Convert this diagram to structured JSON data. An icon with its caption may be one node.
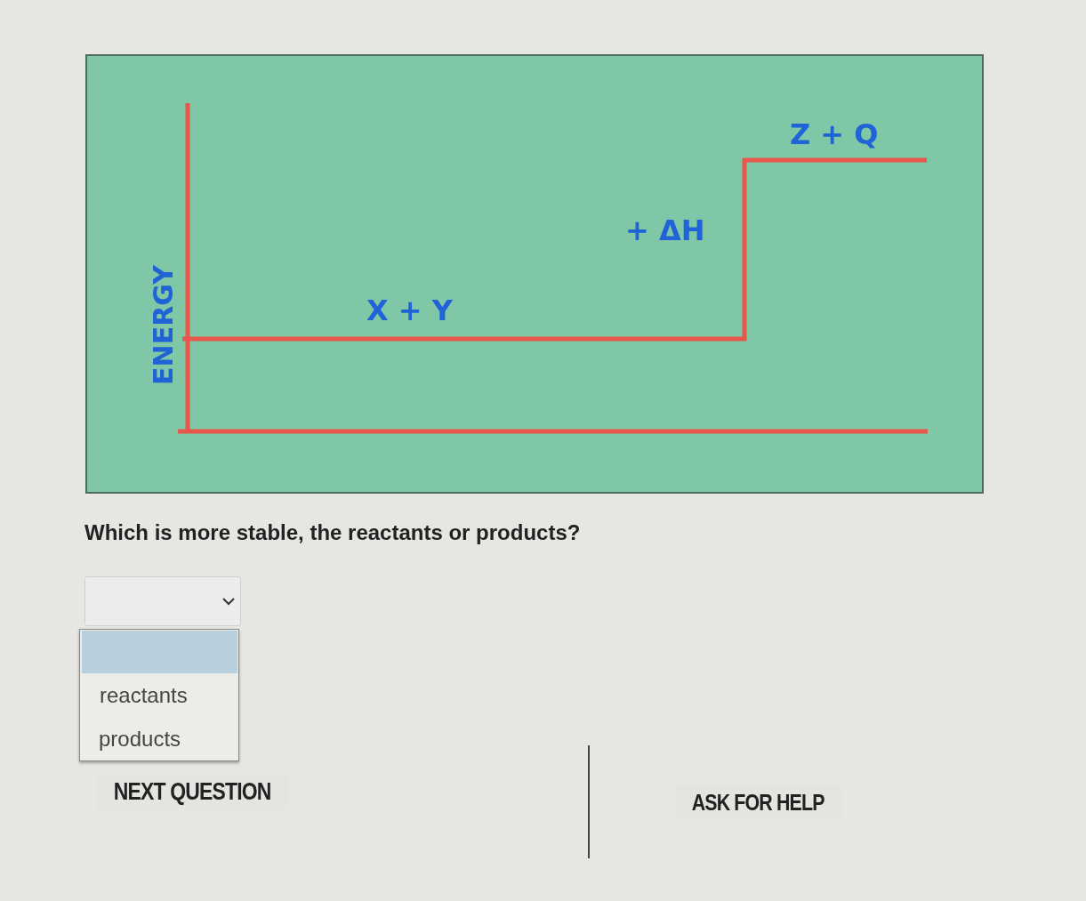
{
  "diagram": {
    "labels": [
      "Z + Q",
      "+ ΔH",
      "X + Y",
      "ENERGY",
      "Which is more stable, the reactants or products?",
      "reactants",
      "products",
      "NEXT QUESTION",
      "ASK FOR HELP"
    ]
  }
}
